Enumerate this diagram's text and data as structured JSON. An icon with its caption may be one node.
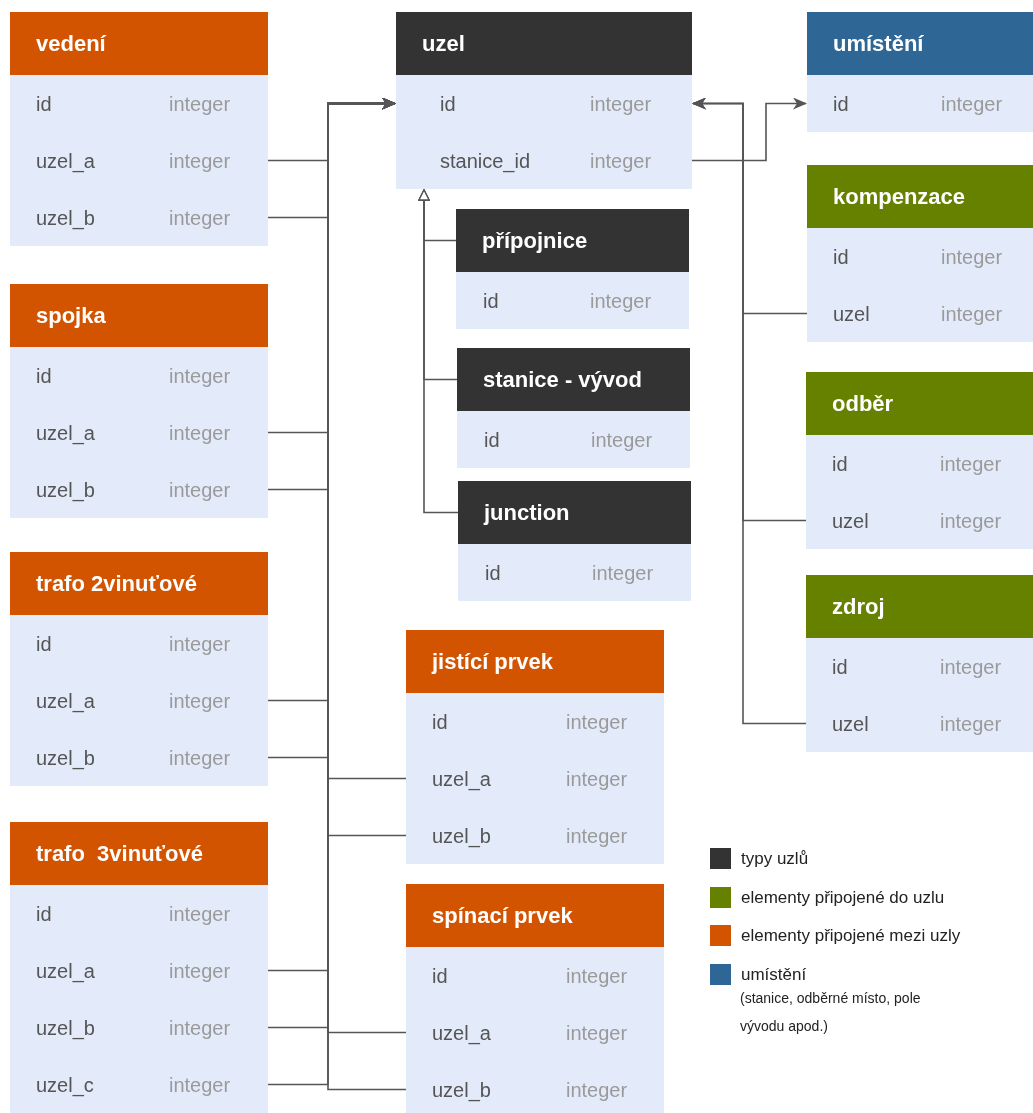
{
  "diagram": {
    "nodes": [
      {
        "text": [
          "vedení"
        ]
      },
      {
        "text": [
          "id",
          "integer"
        ],
        "in": 0
      },
      {
        "text": [
          "uzel_a",
          "integer"
        ],
        "in": 0
      },
      {
        "text": [
          "uzel_b",
          "integer"
        ],
        "in": 0
      },
      {
        "text": [
          "uzel"
        ]
      },
      {
        "text": [
          "id",
          "integer"
        ],
        "in": 4
      },
      {
        "text": [
          "stanice_id",
          "integer"
        ],
        "in": 4
      },
      {
        "text": [
          "umístění"
        ]
      },
      {
        "text": [
          "id",
          "integer"
        ],
        "in": 7
      },
      {
        "text": [
          "kompenzace"
        ]
      },
      {
        "text": [
          "id",
          "integer"
        ],
        "in": 9
      },
      {
        "text": [
          "uzel",
          "integer"
        ],
        "in": 9
      },
      {
        "text": [
          "přípojnice"
        ]
      },
      {
        "text": [
          "id",
          "integer"
        ],
        "in": 12
      },
      {
        "text": [
          "spojka"
        ]
      },
      {
        "text": [
          "id",
          "integer"
        ],
        "in": 14
      },
      {
        "text": [
          "uzel_a",
          "integer"
        ],
        "in": 14
      },
      {
        "text": [
          "uzel_b",
          "integer"
        ],
        "in": 14
      },
      {
        "text": [
          "stanice - vývod"
        ]
      },
      {
        "text": [
          "id",
          "integer"
        ],
        "in": 18
      },
      {
        "text": [
          "odběr"
        ]
      },
      {
        "text": [
          "id",
          "integer"
        ],
        "in": 20
      },
      {
        "text": [
          "uzel",
          "integer"
        ],
        "in": 20
      },
      {
        "text": [
          "junction"
        ]
      },
      {
        "text": [
          "id",
          "integer"
        ],
        "in": 23
      },
      {
        "text": [
          "trafo 2vinuťové"
        ]
      },
      {
        "text": [
          "id",
          "integer"
        ],
        "in": 25
      },
      {
        "text": [
          "uzel_a",
          "integer"
        ],
        "in": 25
      },
      {
        "text": [
          "uzel_b",
          "integer"
        ],
        "in": 25
      },
      {
        "text": [
          "zdroj"
        ]
      },
      {
        "text": [
          "id",
          "integer"
        ],
        "in": 29
      },
      {
        "text": [
          "uzel",
          "integer"
        ],
        "in": 29
      },
      {
        "text": [
          "jistící prvek"
        ]
      },
      {
        "text": [
          "id",
          "integer"
        ],
        "in": 32
      },
      {
        "text": [
          "uzel_a",
          "integer"
        ],
        "in": 32
      },
      {
        "text": [
          "uzel_b",
          "integer"
        ],
        "in": 32
      },
      {
        "text": [
          "trafo  3vinuťové"
        ]
      },
      {
        "text": [
          "id",
          "integer"
        ],
        "in": 36
      },
      {
        "text": [
          "uzel_a",
          "integer"
        ],
        "in": 36
      },
      {
        "text": [
          "uzel_b",
          "integer"
        ],
        "in": 36
      },
      {
        "text": [
          "uzel_c",
          "integer"
        ],
        "in": 36
      },
      {
        "text": [
          "spínací prvek"
        ]
      },
      {
        "text": [
          "id",
          "integer"
        ],
        "in": 41
      },
      {
        "text": [
          "uzel_a",
          "integer"
        ],
        "in": 41
      },
      {
        "text": [
          "uzel_b",
          "integer"
        ],
        "in": 41
      }
    ],
    "edges": [
      {
        "from": 2,
        "to": 5,
        "arrow": "to"
      },
      {
        "from": 3,
        "to": 5,
        "arrow": "to"
      },
      {
        "from": 16,
        "to": 5,
        "arrow": "to"
      },
      {
        "from": 17,
        "to": 5,
        "arrow": "to"
      },
      {
        "from": 27,
        "to": 5,
        "arrow": "to"
      },
      {
        "from": 28,
        "to": 5,
        "arrow": "to"
      },
      {
        "from": 34,
        "to": 5,
        "arrow": "to"
      },
      {
        "from": 35,
        "to": 5,
        "arrow": "to"
      },
      {
        "from": 38,
        "to": 5,
        "arrow": "to"
      },
      {
        "from": 39,
        "to": 5,
        "arrow": "to"
      },
      {
        "from": 40,
        "to": 5,
        "arrow": "to"
      },
      {
        "from": 43,
        "to": 5,
        "arrow": "to"
      },
      {
        "from": 44,
        "to": 5,
        "arrow": "to"
      },
      {
        "from": 11,
        "to": 5,
        "arrow": "to"
      },
      {
        "from": 22,
        "to": 5,
        "arrow": "to"
      },
      {
        "from": 31,
        "to": 5,
        "arrow": "to"
      },
      {
        "from": 6,
        "to": 8,
        "arrow": "to"
      },
      {
        "from": 12,
        "to": 4,
        "arrow": "to"
      },
      {
        "from": 18,
        "to": 4,
        "arrow": "to"
      },
      {
        "from": 23,
        "to": 4,
        "arrow": "to"
      }
    ],
    "labels": [
      "(stanice, odběrné místo, pole vývodu apod.)"
    ],
    "legend": [
      {
        "text": "typy uzlů",
        "color": "#333333"
      },
      {
        "text": "elementy připojené do uzlu",
        "color": "#668000"
      },
      {
        "text": "elementy připojené mezi uzly",
        "color": "#d35400"
      },
      {
        "text": "umístění",
        "color": "#2e6796"
      }
    ]
  }
}
